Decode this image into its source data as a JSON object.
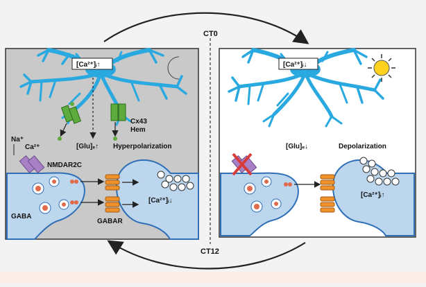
{
  "timepoints": {
    "top": "CT0",
    "bottom": "CT12"
  },
  "left_panel": {
    "calcium_astro": "[Ca²⁺]ᵢ↑",
    "glu": "[Glu]ₑ↑",
    "cx43": "Cx43",
    "hem": "Hem",
    "hyperpolarization": "Hyperpolarization",
    "na": "Na⁺",
    "ca_ion": "Ca²⁺",
    "nmdar": "NMDAR2C",
    "gaba": "GABA",
    "gabar": "GABAR",
    "calcium_neuron": "[Ca²⁺]ᵢ↓",
    "icon": "moon-icon"
  },
  "right_panel": {
    "calcium_astro": "[Ca²⁺]ᵢ↓",
    "glu": "[Glu]ₑ↓",
    "depolarization": "Depolarization",
    "calcium_neuron": "[Ca²⁺]ᵢ↑",
    "icon": "sun-icon"
  },
  "colors": {
    "astrocyte": "#29a9e0",
    "neuron": "#bcd6ee",
    "neuron_stroke": "#2f6fb5",
    "receptor": "#f0922b",
    "channel": "#5cab3c",
    "nmdar": "#a880c5",
    "vesicle": "#e06a4a",
    "inhibit": "#d93a3a",
    "night_bg": "#c9c9c9"
  }
}
